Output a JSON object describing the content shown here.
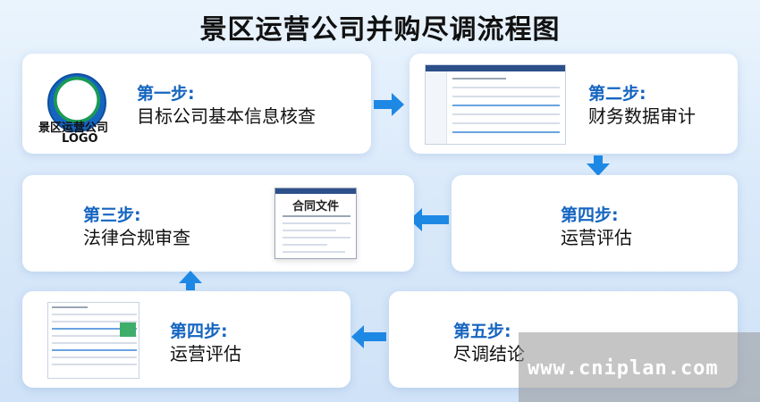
{
  "title": "景区运营公司并购尽调流程图",
  "logo": {
    "company": "景区运营公司",
    "caption": "LOGO"
  },
  "steps": [
    {
      "title": "第一步:",
      "desc": "目标公司基本信息核查"
    },
    {
      "title": "第二步:",
      "desc": "财务数据审计"
    },
    {
      "title": "第三步:",
      "desc": "法律合规审查"
    },
    {
      "title": "第四步:",
      "desc": "运营评估"
    },
    {
      "title": "第四步:",
      "desc": "运营评估"
    },
    {
      "title": "第五步:",
      "desc": "尽调结论"
    }
  ],
  "contract_doc": {
    "title": "合同文件"
  },
  "watermark": "www.cniplan.com",
  "colors": {
    "step_title": "#1565c0",
    "arrow": "#1e88e5"
  }
}
